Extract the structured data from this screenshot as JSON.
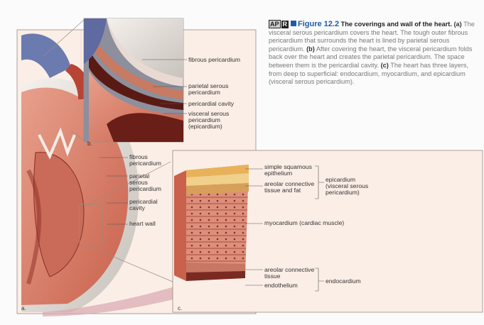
{
  "caption": {
    "ap_left": "AP",
    "ap_right": "R",
    "figure_number": "Figure 12.2",
    "title": "The coverings and wall of the heart.",
    "part_a_label": "(a)",
    "part_a_text": " The visceral serous pericardium covers the heart. The tough outer fibrous pericardium that surrounds the heart is lined by parietal serous pericardium. ",
    "part_b_label": "(b)",
    "part_b_text": " After covering the heart, the visceral pericardium folds back over the heart and creates the parietal pericardium. The space between them is the pericardial cavity. ",
    "part_c_label": "(c)",
    "part_c_text": " The heart has three layers, from deep to superficial: endocardium, myocardium, and epicardium (visceral serous pericardium)."
  },
  "panel_b": {
    "letter": "b.",
    "labels": {
      "fibrous": "fibrous pericardium",
      "parietal_1": "parietal serous",
      "parietal_2": "pericardium",
      "cavity": "pericardial cavity",
      "visceral_1": "visceral serous",
      "visceral_2": "pericardium",
      "visceral_3": "(epicardium)"
    }
  },
  "panel_a": {
    "letter": "a.",
    "labels": {
      "fibrous_1": "fibrous",
      "fibrous_2": "pericardium",
      "parietal_1": "parietal",
      "parietal_2": "serous",
      "parietal_3": "pericardium",
      "cavity_1": "pericardial",
      "cavity_2": "cavity",
      "heart_wall": "heart wall"
    }
  },
  "panel_c": {
    "letter": "c.",
    "labels": {
      "squamous_1": "simple squamous",
      "squamous_2": "epithelium",
      "areolar_top_1": "areolar connective",
      "areolar_top_2": "tissue and fat",
      "epicardium_1": "epicardium",
      "epicardium_2": "(visceral serous",
      "epicardium_3": "pericardium)",
      "myocardium": "myocardium (cardiac muscle)",
      "areolar_bottom_1": "areolar connective",
      "areolar_bottom_2": "tissue",
      "endothelium": "endothelium",
      "endocardium": "endocardium"
    }
  }
}
